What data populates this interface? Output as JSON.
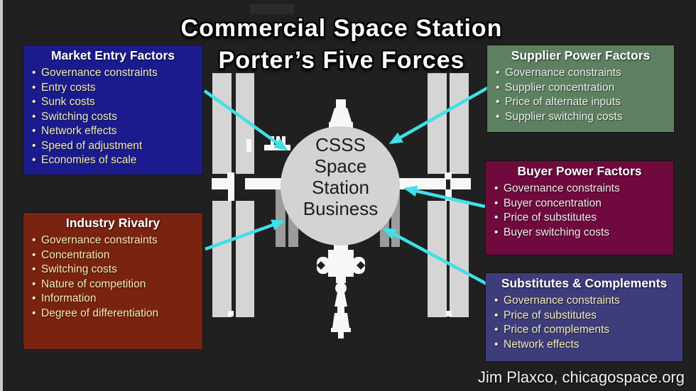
{
  "title": {
    "line1": "Commercial Space Station",
    "line2": "Porter’s Five Forces"
  },
  "center_circle": {
    "lines": [
      "CSSS",
      "Space",
      "Station",
      "Business"
    ]
  },
  "credit": "Jim Plaxco, chicagospace.org",
  "colors": {
    "background": "#212020",
    "arrow": "#3ee1e6",
    "circle_fill": "#d3d3d3",
    "circle_text": "#1d1d1d",
    "solar_panel_light": "#d5d5d5",
    "radiator_dark": "#9c9c9c",
    "structure_white": "#f8f8f8",
    "pod_diamond": "#1f1f1f",
    "edge_strip": "#c9c9c9"
  },
  "boxes": [
    {
      "id": "market-entry",
      "title": "Market Entry Factors",
      "bg": "#1b1b8e",
      "bullet_color": "#f3edb4",
      "bullets": [
        "Governance constraints",
        "Entry costs",
        "Sunk costs",
        "Switching costs",
        "Network effects",
        "Speed of adjustment",
        "Economies of scale"
      ]
    },
    {
      "id": "supplier-power",
      "title": "Supplier Power Factors",
      "bg": "#5d8160",
      "bullet_color": "#ededed",
      "bullets": [
        "Governance constraints",
        "Supplier concentration",
        "Price of alternate inputs",
        "Supplier switching costs"
      ]
    },
    {
      "id": "buyer-power",
      "title": "Buyer Power Factors",
      "bg": "#700a3e",
      "bullet_color": "#ededed",
      "bullets": [
        "Governance constraints",
        "Buyer concentration",
        "Price of substitutes",
        "Buyer switching costs"
      ]
    },
    {
      "id": "substitutes-complements",
      "title": "Substitutes & Complements",
      "bg": "#3d3d7c",
      "bullet_color": "#f3edb4",
      "bullets": [
        "Governance constraints",
        "Price of substitutes",
        "Price of complements",
        "Network effects"
      ]
    },
    {
      "id": "industry-rivalry",
      "title": "Industry Rivalry",
      "bg": "#7a2310",
      "bullet_color": "#f3edb4",
      "bullets": [
        "Governance constraints",
        "Concentration",
        "Switching costs",
        "Nature of competition",
        "Information",
        "Degree of differentiation"
      ]
    }
  ]
}
